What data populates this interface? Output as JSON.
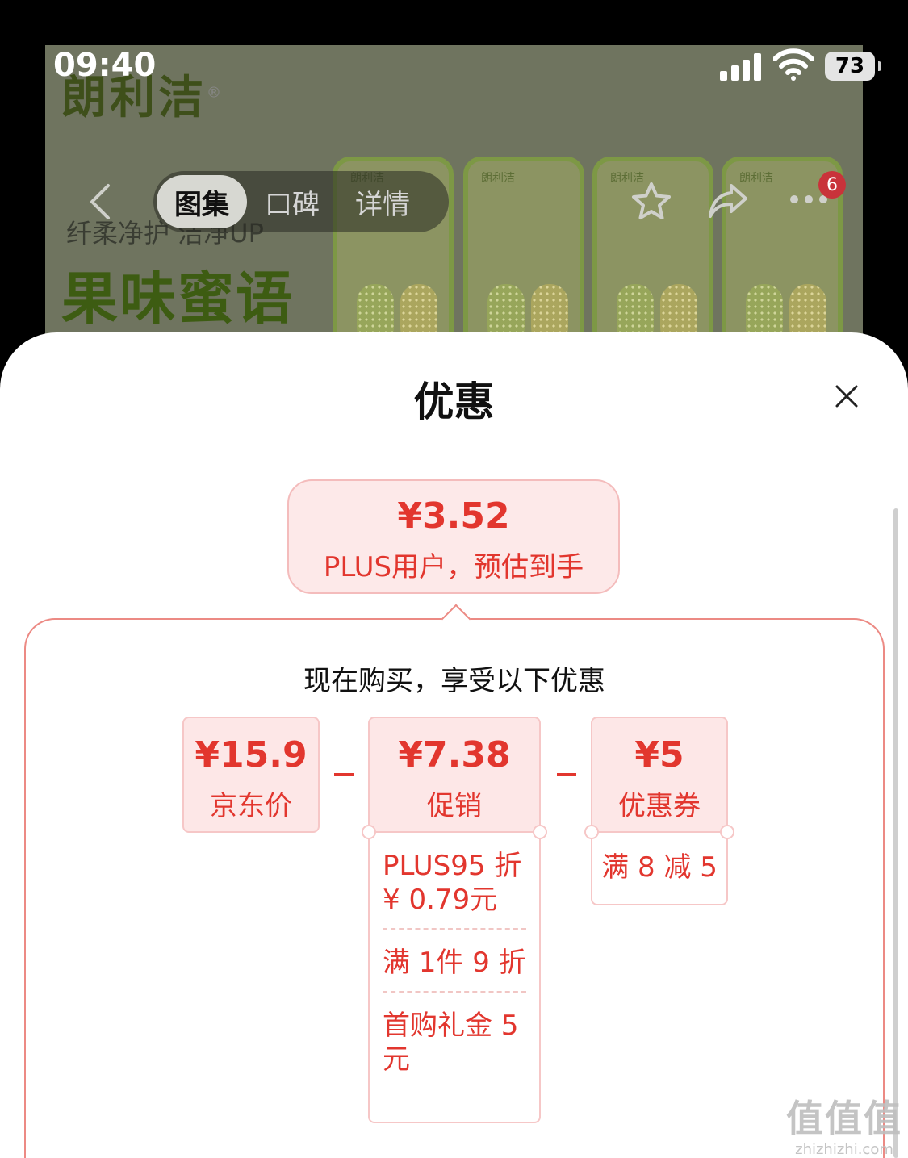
{
  "status_bar": {
    "time": "09:40",
    "battery": "73",
    "icons": [
      "signal-icon",
      "wifi-icon",
      "battery-icon"
    ]
  },
  "product_image": {
    "brand": "朗利洁",
    "registered": "®",
    "tagline": "纤柔净护 洁净UP",
    "slogan": "果味蜜语",
    "pack_label": "朗利洁"
  },
  "nav": {
    "tabs": [
      "图集",
      "口碑",
      "详情"
    ],
    "active_tab": 0,
    "badge_count": "6",
    "icons": [
      "back-icon",
      "star-icon",
      "share-icon",
      "more-icon"
    ]
  },
  "sheet": {
    "title": "优惠",
    "final_price": "¥3.52",
    "final_label": "PLUS用户，预估到手",
    "heading": "现在购买，享受以下优惠",
    "jd_price": {
      "amount": "¥15.9",
      "label": "京东价"
    },
    "promo": {
      "amount": "¥7.38",
      "label": "促销",
      "items": [
        "PLUS95 折 ¥ 0.79元",
        "满 1件 9 折",
        "首购礼金 5元"
      ]
    },
    "coupon": {
      "amount": "¥5",
      "label": "优惠券",
      "items": [
        "满 8 减 5"
      ]
    }
  },
  "watermark": {
    "text": "值值值",
    "url": "zhizhizhi.com"
  },
  "colors": {
    "accent": "#e2362e",
    "chip_bg": "#fde7e7",
    "border": "#ec8a84"
  }
}
